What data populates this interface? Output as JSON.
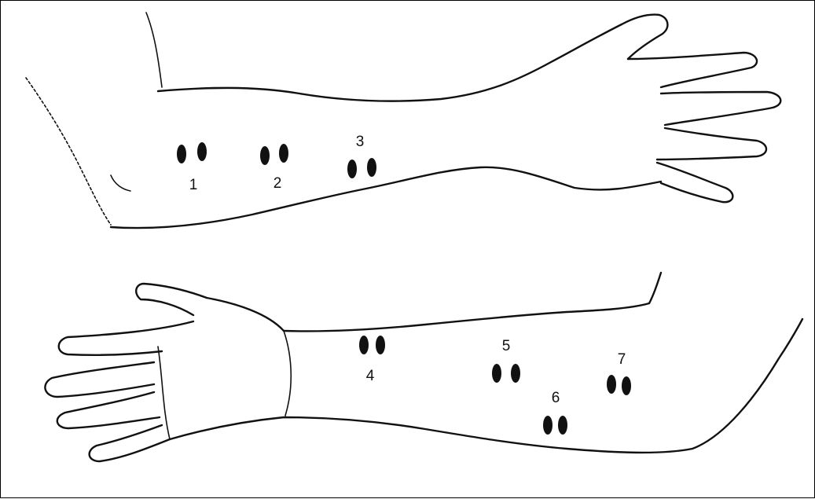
{
  "figure": {
    "description_colors": {
      "ink": "#111111",
      "background": "#ffffff",
      "border": "#000000"
    },
    "top_arm": {
      "sites": [
        {
          "label": "1"
        },
        {
          "label": "2"
        },
        {
          "label": "3"
        }
      ]
    },
    "bottom_arm": {
      "sites": [
        {
          "label": "4"
        },
        {
          "label": "5"
        },
        {
          "label": "6"
        },
        {
          "label": "7"
        }
      ]
    }
  }
}
